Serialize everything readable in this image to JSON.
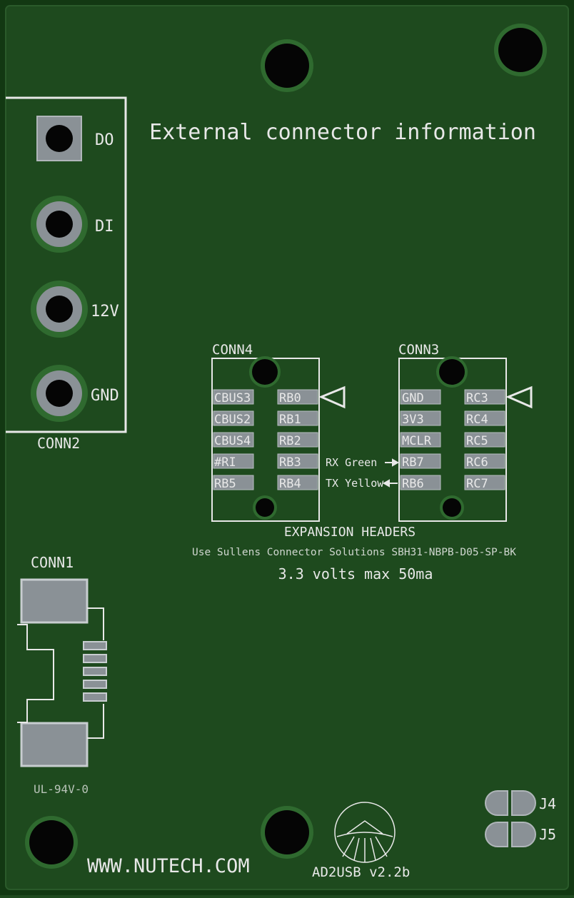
{
  "board": {
    "title": "External connector information",
    "website": "WWW.NUTECH.COM",
    "board_name": "AD2USB v2.2b",
    "material": "UL-94V-0",
    "colors": {
      "board": "#1e4a1e",
      "silk": "#e8e8e8",
      "pad": "#8a9196",
      "hole": "#050505",
      "halo": "#2f6a2f"
    }
  },
  "conn2": {
    "label": "CONN2",
    "pins": [
      "DO",
      "DI",
      "12V",
      "GND"
    ]
  },
  "conn4": {
    "label": "CONN4",
    "left": [
      "CBUS3",
      "CBUS2",
      "CBUS4",
      "#RI",
      "RB5"
    ],
    "right": [
      "RB0",
      "RB1",
      "RB2",
      "RB3",
      "RB4"
    ]
  },
  "conn3": {
    "label": "CONN3",
    "left": [
      "GND",
      "3V3",
      "MCLR",
      "RB7",
      "RB6"
    ],
    "right": [
      "RC3",
      "RC4",
      "RC5",
      "RC6",
      "RC7"
    ]
  },
  "signals": {
    "rx": "RX Green",
    "tx": "TX Yellow"
  },
  "expansion": {
    "heading": "EXPANSION HEADERS",
    "part_note": "Use Sullens Connector Solutions SBH31-NBPB-D05-SP-BK",
    "power_note": "3.3 volts max 50ma"
  },
  "conn1": {
    "label": "CONN1"
  },
  "jumpers": [
    "J4",
    "J5"
  ]
}
